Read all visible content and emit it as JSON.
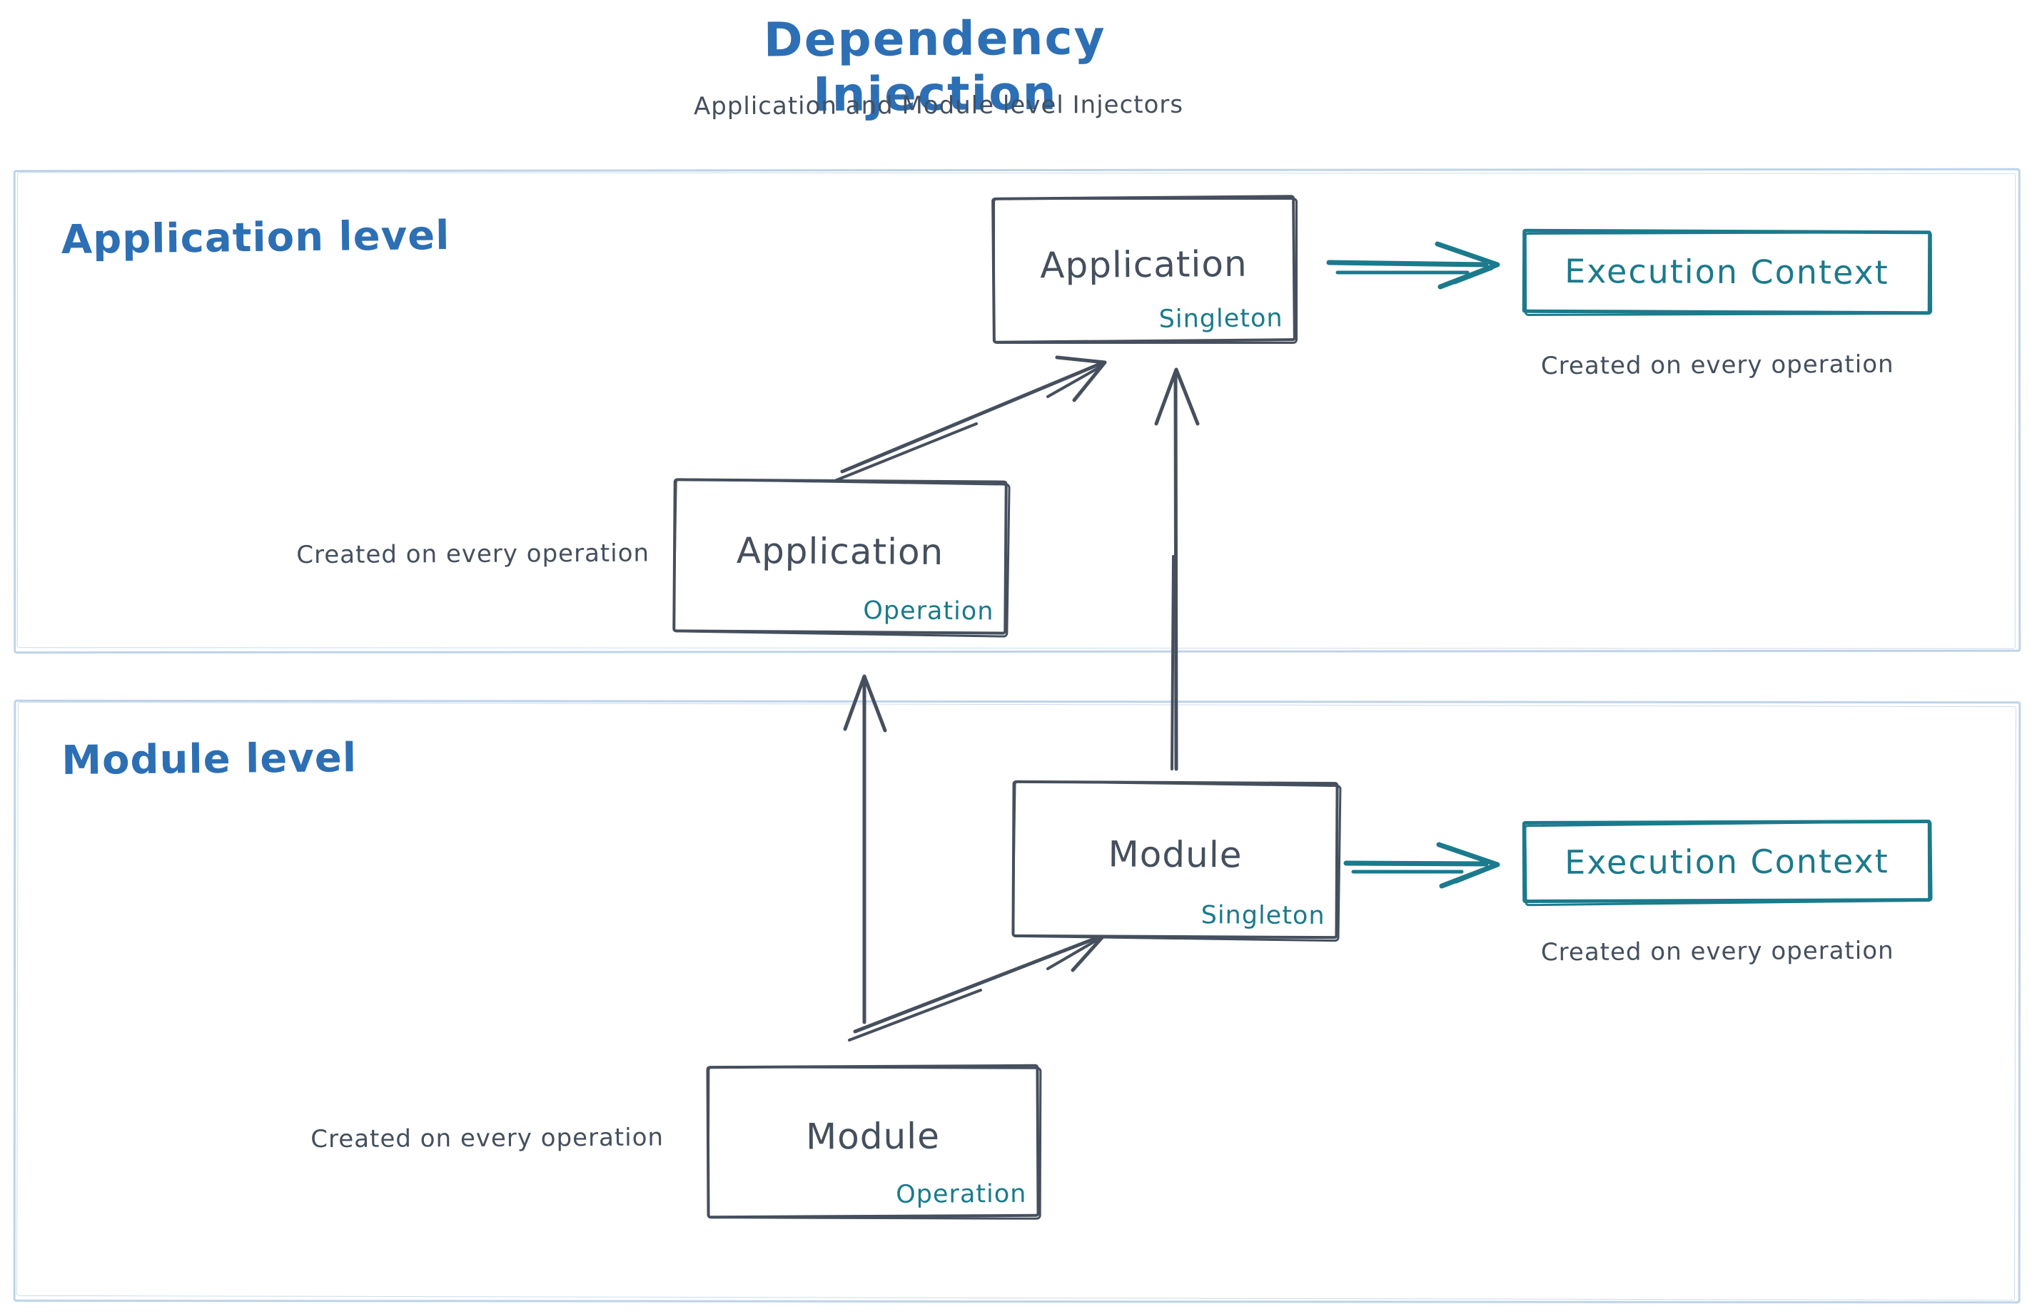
{
  "title": "Dependency Injection",
  "subtitle": "Application and Module level Injectors",
  "colors": {
    "blue": "#2d6fb4",
    "teal": "#1b7a8c",
    "dark": "#454f5d",
    "section": "#bed3ea",
    "bg": "#ffffff"
  },
  "sections": {
    "application": {
      "label": "Application level"
    },
    "module": {
      "label": "Module level"
    }
  },
  "boxes": {
    "application_singleton": {
      "title": "Application",
      "badge": "Singleton"
    },
    "application_operation": {
      "title": "Application",
      "badge": "Operation"
    },
    "module_singleton": {
      "title": "Module",
      "badge": "Singleton"
    },
    "module_operation": {
      "title": "Module",
      "badge": "Operation"
    },
    "execution_context_application": {
      "title": "Execution Context"
    },
    "execution_context_module": {
      "title": "Execution Context"
    }
  },
  "notes": {
    "application_operation": "Created on every operation",
    "execution_context_application": "Created on every operation",
    "module_operation": "Created on every operation",
    "execution_context_module": "Created on every operation"
  }
}
